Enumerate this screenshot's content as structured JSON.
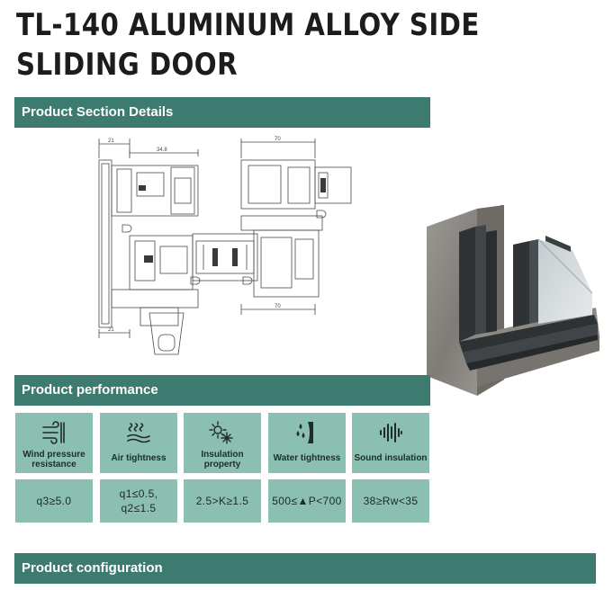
{
  "title_line1": "TL-140 ALUMINUM ALLOY SIDE",
  "title_line2": "SLIDING DOOR",
  "sections": {
    "section_details": "Product Section Details",
    "performance": "Product performance",
    "configuration": "Product configuration"
  },
  "drawing_dims": {
    "top_left": "21",
    "top_mid": "34.8",
    "top_right": "70",
    "bottom_left": "21",
    "bottom_right": "70"
  },
  "performance": [
    {
      "icon": "wind-pressure-icon",
      "label_line1": "Wind pressure",
      "label_line2": "resistance",
      "value_line1": "q3≥5.0",
      "value_line2": ""
    },
    {
      "icon": "air-tightness-icon",
      "label_line1": "Air tightness",
      "label_line2": "",
      "value_line1": "q1≤0.5,",
      "value_line2": "q2≤1.5"
    },
    {
      "icon": "insulation-icon",
      "label_line1": "Insulation",
      "label_line2": "property",
      "value_line1": "2.5>K≥1.5",
      "value_line2": ""
    },
    {
      "icon": "water-tightness-icon",
      "label_line1": "Water tightness",
      "label_line2": "",
      "value_line1": "500≤▲P<700",
      "value_line2": ""
    },
    {
      "icon": "sound-insulation-icon",
      "label_line1": "Sound insulation",
      "label_line2": "",
      "value_line1": "38≥Rw<35",
      "value_line2": ""
    }
  ],
  "colors": {
    "band": "#3d7a6f",
    "cell": "#8bbfb1",
    "frame": "#2f3336",
    "stone": "#8a8782"
  }
}
